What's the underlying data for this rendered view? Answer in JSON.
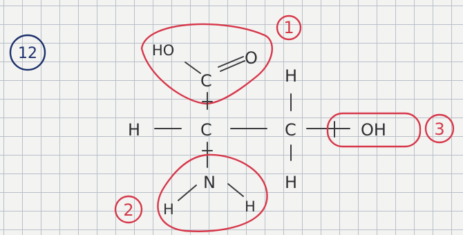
{
  "question_number": "12",
  "groups": [
    {
      "number": "1",
      "atoms": [
        "HO",
        "C",
        "O"
      ]
    },
    {
      "number": "2",
      "atoms": [
        "N",
        "H",
        "H"
      ]
    },
    {
      "number": "3",
      "atoms": [
        "OH"
      ]
    }
  ],
  "backbone": {
    "left_h": "H",
    "alpha_c": "C",
    "beta_c": "C",
    "beta_top_h": "H",
    "beta_bottom_h": "H"
  },
  "colors": {
    "ink": "#2f2f33",
    "red_pen": "#d6374a",
    "blue_pen": "#1b2f6b",
    "grid": "#b9bfc9",
    "paper": "#f3f3f1"
  }
}
